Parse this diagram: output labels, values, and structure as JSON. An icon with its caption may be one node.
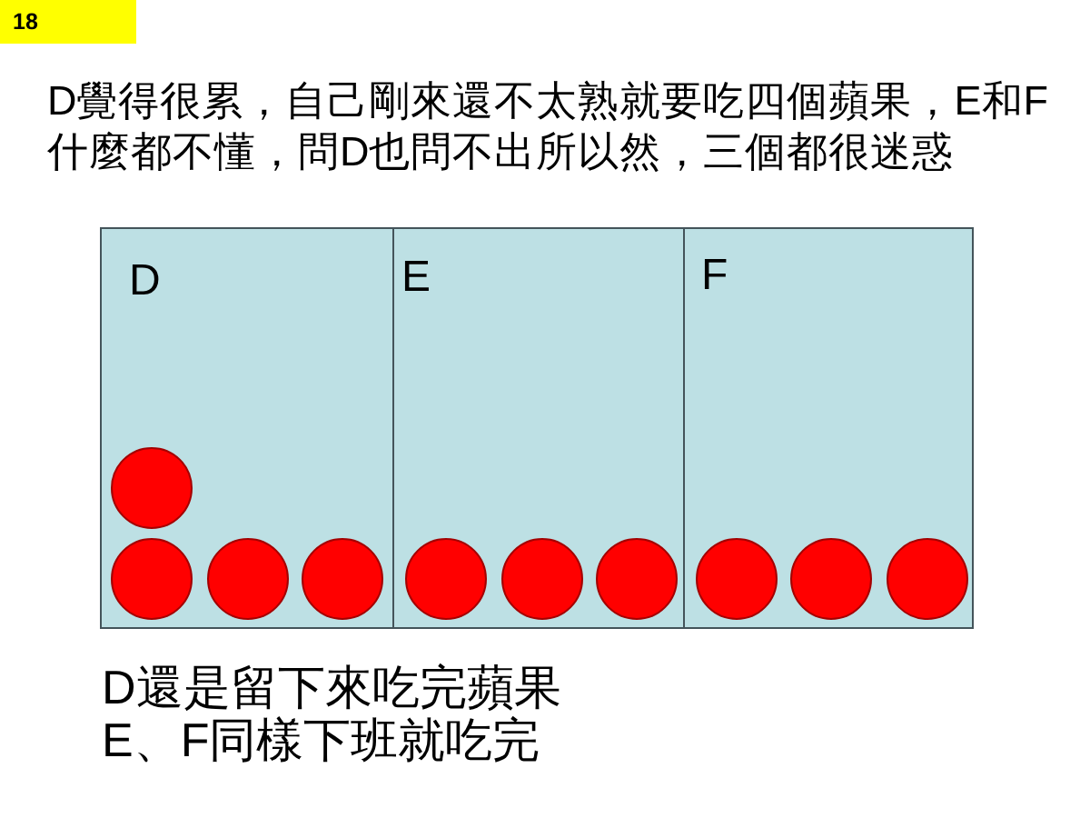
{
  "diagram": {
    "title": "D覺得很累，自己剛來還不太熟就要吃四個蘋果，E和F什麼都不懂，問D也問不出所以然，三個都很迷惑",
    "nodes": [
      {
        "text": [
          "D"
        ]
      },
      {
        "text": [],
        "shape": "circle",
        "in": 0
      },
      {
        "text": [],
        "shape": "circle",
        "in": 0
      },
      {
        "text": [],
        "shape": "circle",
        "in": 0
      },
      {
        "text": [],
        "shape": "circle",
        "in": 0
      },
      {
        "text": [
          "E"
        ]
      },
      {
        "text": [],
        "shape": "circle",
        "in": 5
      },
      {
        "text": [],
        "shape": "circle",
        "in": 5
      },
      {
        "text": [],
        "shape": "circle",
        "in": 5
      },
      {
        "text": [
          "F"
        ]
      },
      {
        "text": [],
        "shape": "circle",
        "in": 9
      },
      {
        "text": [],
        "shape": "circle",
        "in": 9
      },
      {
        "text": [],
        "shape": "circle",
        "in": 9
      }
    ],
    "labels": [
      "18",
      "D還是留下來吃完蘋果",
      "E、F同樣下班就吃完"
    ]
  }
}
